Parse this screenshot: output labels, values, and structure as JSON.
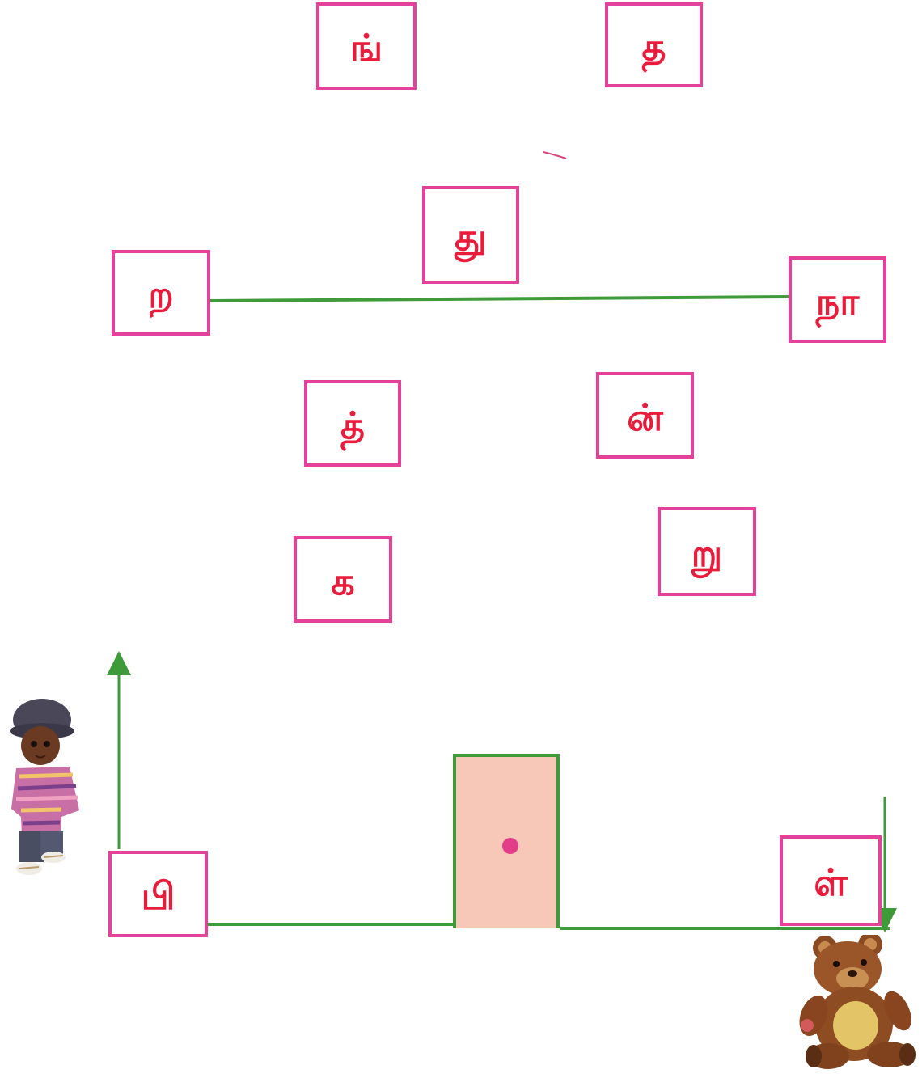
{
  "tiles": {
    "nga": "ங்",
    "tha": "த",
    "thu": "து",
    "ra": "ற",
    "naa": "நா",
    "th": "த்",
    "n": "ன்",
    "ka": "க",
    "ru": "று",
    "pi": "பி",
    "l": "ள்"
  },
  "colors": {
    "tile_border": "#e4419b",
    "letter": "#ea1c3c",
    "path_line": "#3f9a3a",
    "door_fill": "#f7c7b7",
    "door_knob": "#e33d8a"
  },
  "figures": {
    "start": "boy-doll-icon",
    "goal": "teddy-bear-icon"
  }
}
